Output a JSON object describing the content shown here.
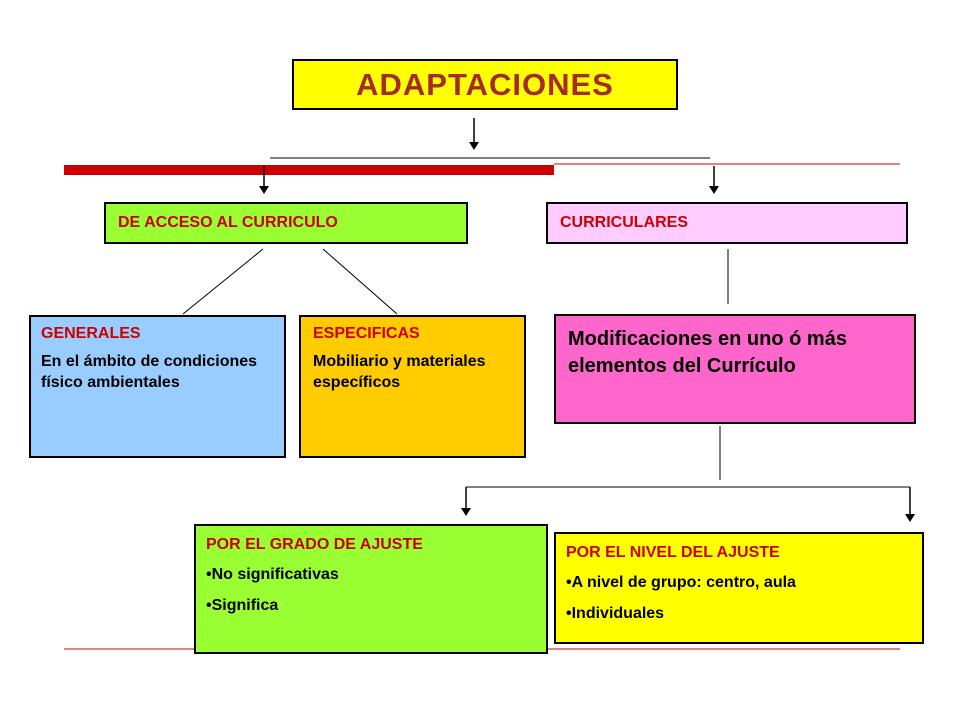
{
  "title": "ADAPTACIONES",
  "branches": {
    "acceso": "DE ACCESO AL CURRICULO",
    "curriculares": "CURRICULARES"
  },
  "generales": {
    "heading": "GENERALES",
    "text": "En el ámbito de condiciones físico ambientales"
  },
  "especificas": {
    "heading": "ESPECIFICAS",
    "text": "Mobiliario y materiales específicos"
  },
  "modificaciones": "Modificaciones en uno ó más elementos del Currículo",
  "grado": {
    "heading": "POR EL GRADO DE AJUSTE",
    "items": [
      "No significativas",
      "Significa"
    ]
  },
  "nivel": {
    "heading": "POR EL NIVEL DEL AJUSTE",
    "items": [
      "A nivel de grupo: centro, aula",
      "Individuales"
    ]
  },
  "colors": {
    "title_bg": "#ffff00",
    "title_text": "#a52a2a",
    "accent_red": "#cc0000",
    "acceso_bg": "#99ff33",
    "curriculares_bg": "#ffccff",
    "generales_bg": "#99ccff",
    "especificas_bg": "#ffcc00",
    "modificaciones_bg": "#ff66cc",
    "nivel_bg": "#ffff00"
  }
}
